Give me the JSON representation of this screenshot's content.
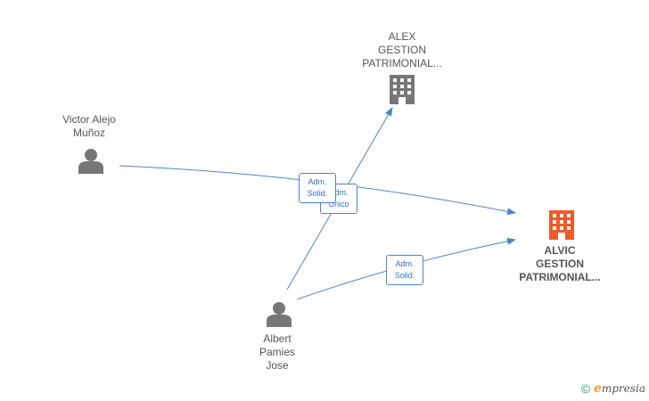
{
  "nodes": {
    "alex": {
      "label": "ALEX\nGESTION\nPATRIMONIAL...",
      "type": "company",
      "icon": "building-icon",
      "color": "#777777"
    },
    "alvic": {
      "label": "ALVIC\nGESTION\nPATRIMONIAL...",
      "type": "company",
      "icon": "building-icon",
      "color": "#f05a2a"
    },
    "victor": {
      "label": "Victor Alejo\nMuñoz",
      "type": "person",
      "icon": "person-icon",
      "color": "#777777"
    },
    "albert": {
      "label": "Albert\nPamies\nJose",
      "type": "person",
      "icon": "person-icon",
      "color": "#777777"
    }
  },
  "edges": [
    {
      "from": "victor",
      "to": "alvic",
      "label": "Adm.\nSolid."
    },
    {
      "from": "albert",
      "to": "alex",
      "label": "Adm.\nUnico"
    },
    {
      "from": "albert",
      "to": "alvic",
      "label": "Adm.\nSolid."
    }
  ],
  "colors": {
    "edge": "#4a86c8",
    "edge_text": "#2f6fbf",
    "primary_company": "#f05a2a",
    "secondary": "#777777"
  },
  "brand": {
    "copyright": "©",
    "initial": "e",
    "name": "mpresia"
  }
}
